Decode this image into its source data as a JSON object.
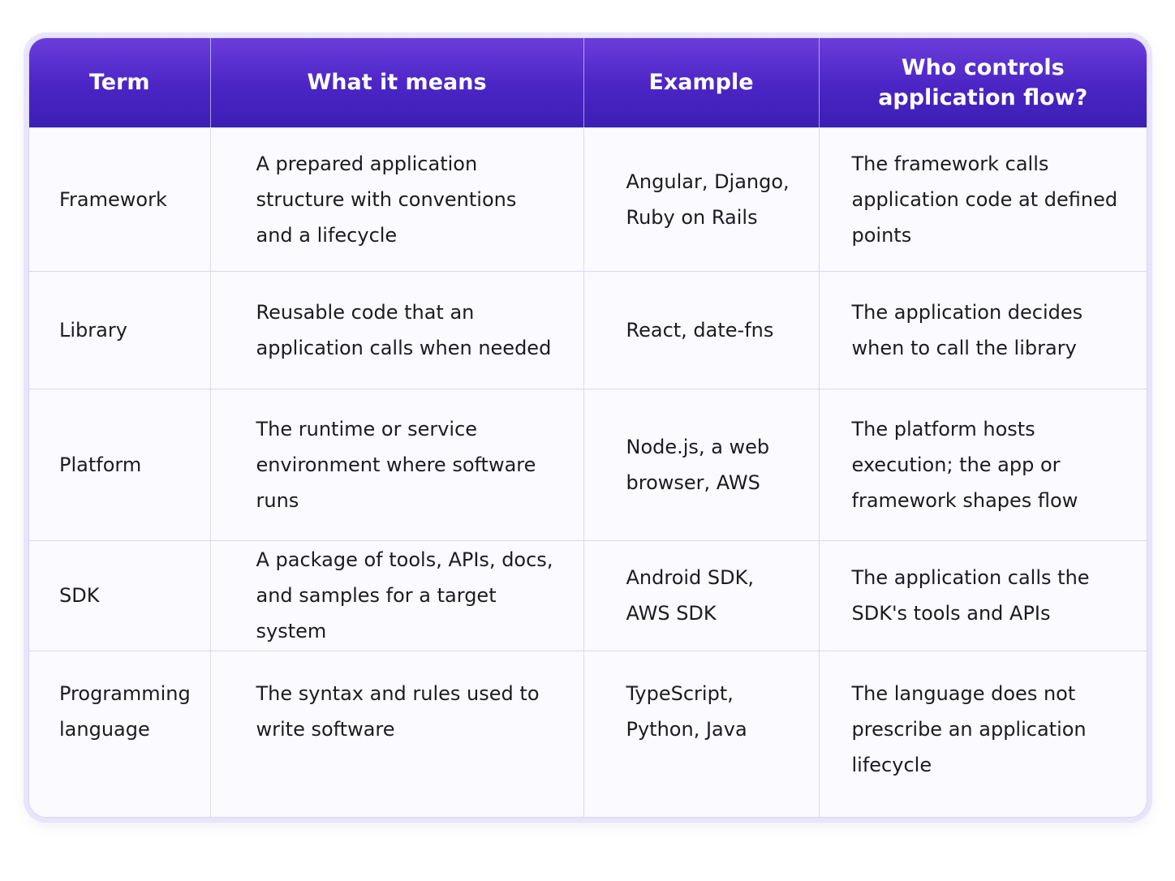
{
  "table": {
    "headers": [
      "Term",
      "What it means",
      "Example",
      "Who controls application flow?"
    ],
    "rows": [
      [
        "Framework",
        "A prepared application structure with conventions and a lifecycle",
        "Angular, Django, Ruby on Rails",
        "The framework calls application code at defined points"
      ],
      [
        "Library",
        "Reusable code that an application calls when needed",
        "React, date-fns",
        "The application decides when to call the library"
      ],
      [
        "Platform",
        "The runtime or service environment where software runs",
        "Node.js, a web browser, AWS",
        "The platform hosts execution; the app or framework shapes flow"
      ],
      [
        "SDK",
        "A package of tools, APIs, docs, and samples for a target system",
        "Android SDK, AWS SDK",
        "The application calls the SDK's tools and APIs"
      ],
      [
        "Programming language",
        "The syntax and rules used to write software",
        "TypeScript, Python, Java",
        "The language does not prescribe an application lifecycle"
      ]
    ]
  },
  "colors": {
    "header_gradient_top": "#6b3ddc",
    "header_gradient_bottom": "#3b1fb4",
    "header_text": "#ffffff",
    "body_background": "#fafaff",
    "grid_line": "#dcd8f0"
  }
}
